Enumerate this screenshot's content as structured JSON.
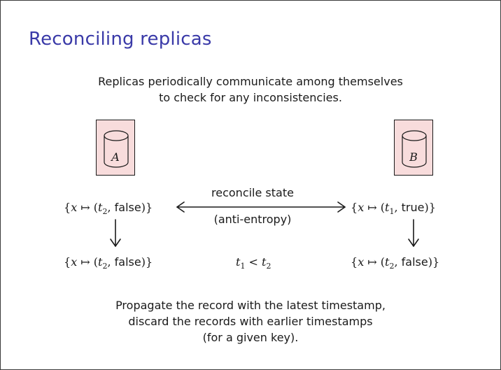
{
  "slide": {
    "title": "Reconciling replicas",
    "intro_lines": [
      "Replicas periodically communicate among themselves",
      "to check for any inconsistencies."
    ],
    "conclusion_lines": [
      "Propagate the record with the latest timestamp,",
      "discard the records with earlier timestamps",
      "(for a given key)."
    ]
  },
  "diagram": {
    "replicas": [
      {
        "label": "A",
        "fill": "#f8dcdc"
      },
      {
        "label": "B",
        "fill": "#f8dcdc"
      }
    ],
    "records": {
      "a_before": {
        "key": "x",
        "t": "t",
        "t_sub": "2",
        "val": "false"
      },
      "b_before": {
        "key": "x",
        "t": "t",
        "t_sub": "1",
        "val": "true"
      },
      "a_after": {
        "key": "x",
        "t": "t",
        "t_sub": "2",
        "val": "false"
      },
      "b_after": {
        "key": "x",
        "t": "t",
        "t_sub": "2",
        "val": "false"
      }
    },
    "edge": {
      "label_top": "reconcile state",
      "label_bottom": "(anti-entropy)"
    },
    "comparison": {
      "left": "t",
      "left_sub": "1",
      "op": "<",
      "right": "t",
      "right_sub": "2"
    }
  },
  "colors": {
    "title": "#3a3aa8",
    "replica_fill": "#f8dcdc",
    "border": "#1a1a1a"
  }
}
